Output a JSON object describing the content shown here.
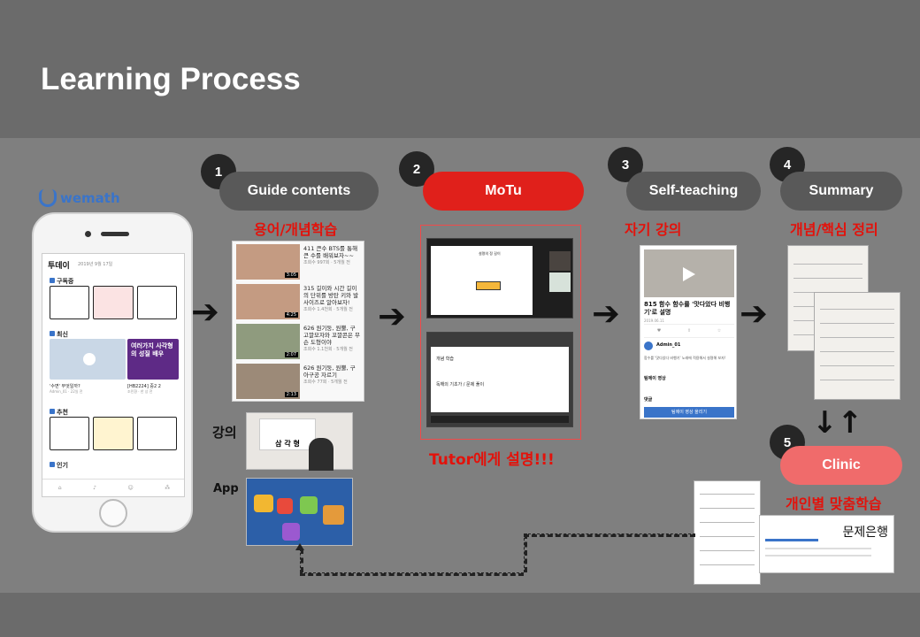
{
  "slide_title": "Learning Process",
  "steps": [
    {
      "number": "1",
      "name": "Guide contents",
      "caption": "용어/개념학습"
    },
    {
      "number": "2",
      "name": "MoTu",
      "caption": "Tutor에게 설명!!!"
    },
    {
      "number": "3",
      "name": "Self-teaching",
      "caption": "자기 강의"
    },
    {
      "number": "4",
      "name": "Summary",
      "caption": "개념/핵심 정리"
    },
    {
      "number": "5",
      "name": "Clinic",
      "caption": "개인별 맞춤학습"
    }
  ],
  "app": {
    "brand": "wemath",
    "screen_title": "투데이",
    "screen_date": "2019년 9월 17일",
    "sections": [
      "구독중",
      "최신",
      "추천",
      "인기"
    ],
    "latest_caption_1": "'수면' 무엇일까?",
    "latest_caption_2": "[HB2224] 중2 2",
    "latest_meta_1": "Admin_01 · 22일 전",
    "latest_meta_2": "조민환 · 한 상 전",
    "thumb_text": "여러가지 사각형의 성질 배우"
  },
  "guide_list": [
    {
      "title": "411 큰수 BTS를 통해 큰 수를 배워보자~~",
      "meta": "조회수 997회 · 5개월 전",
      "duration": "3:05"
    },
    {
      "title": "315 길이와 시간 길이의 단위를 방탄 키와 발 사이즈로 알아보자!",
      "meta": "조회수 1.4천회 · 5개월 전",
      "duration": "4:25"
    },
    {
      "title": "626 원기둥, 원뿔, 구 고깔모자와 꼬깔콘은 무슨 도형이야",
      "meta": "조회수 1.1천회 · 5개월 전",
      "duration": "2:07"
    },
    {
      "title": "626 원기둥, 원뿔, 구 아구공 자르기",
      "meta": "조회수 77회 · 5개월 전",
      "duration": "2:13"
    }
  ],
  "guide_labels": {
    "lecture": "강의",
    "app": "App",
    "lecture_board": "삼 각 형"
  },
  "self_teaching_card": {
    "title": "815 함수 함수를 '맛다았다 비행기'로 설명",
    "date": "2019.06.11",
    "author": "Admin_01",
    "desc": "함수를 '맛다았다 비행기' 노래에 적용해서 설명해 보자!",
    "section1": "팀에이 영상",
    "section2": "댓글",
    "button": "팀에이 영상 올리기"
  },
  "motu_labels": {
    "card_title": "설명의 정 길이",
    "tab_text": "개념 학습",
    "tab_text_2": "독해의 기초가 / 문제 풀이"
  },
  "clinic_bank_label": "문제은행",
  "colors": {
    "accent_red": "#e0201b",
    "caption_red": "#e3120b",
    "pill_dark": "#595959",
    "clinic_pink": "#f06b6b",
    "brand_blue": "#3a74c9"
  },
  "icons": [
    "arrow-right-icon",
    "up-down-arrows-icon",
    "play-icon",
    "wemath-logo-icon"
  ]
}
